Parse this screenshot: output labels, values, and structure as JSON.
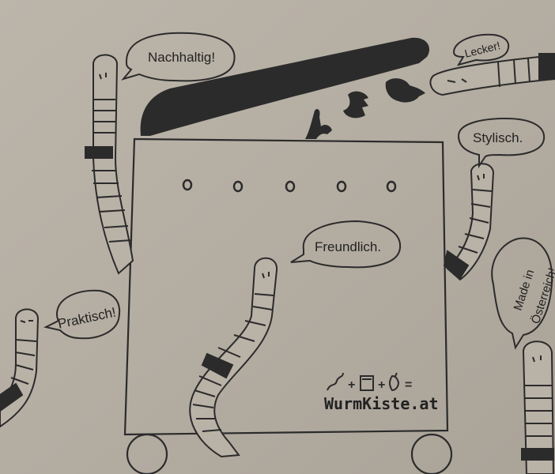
{
  "bubbles": {
    "nachhaltig": "Nachhaltig!",
    "lecker": "Lecker!",
    "stylisch": "Stylisch.",
    "freundlich": "Freundlich.",
    "praktisch": "Praktisch!",
    "made_line1": "Made in",
    "made_line2": "Österreich!"
  },
  "logo": {
    "brand": "WurmKiste.at",
    "equation": "+ + ="
  },
  "colors": {
    "cardboard": "#b5aea3",
    "ink": "#2b2b2b"
  }
}
